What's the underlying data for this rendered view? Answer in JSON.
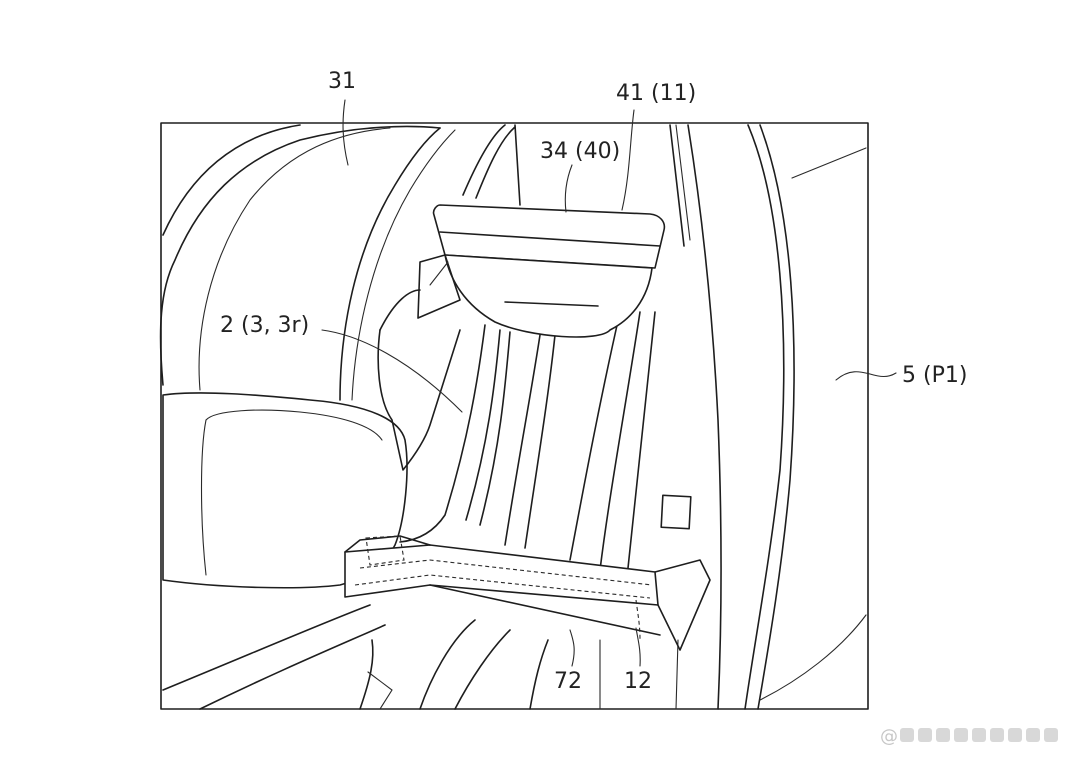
{
  "labels": {
    "seat_back": "31",
    "upper_box": "41 (11)",
    "lid": "34 (40)",
    "rail": "2 (3, 3r)",
    "panel": "5 (P1)",
    "lower_a": "72",
    "lower_b": "12"
  },
  "watermark": {
    "handle": "@"
  },
  "colors": {
    "line": "#1e1e1e",
    "background": "#ffffff"
  }
}
